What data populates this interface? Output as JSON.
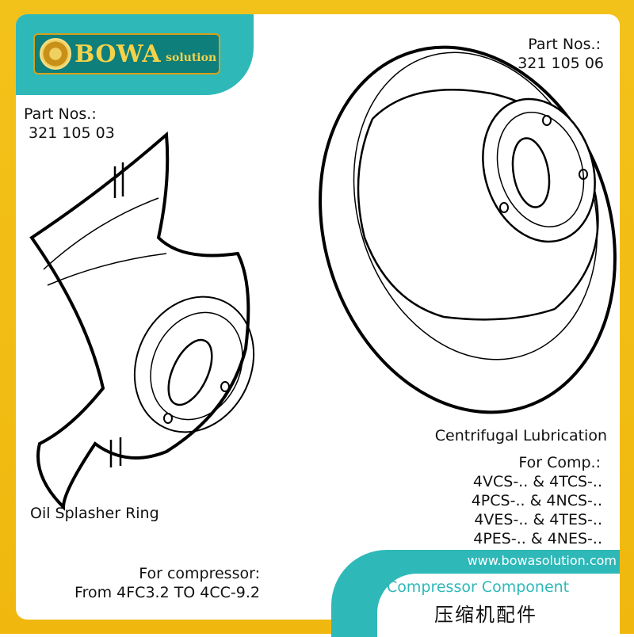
{
  "brand": {
    "name": "BOWA",
    "suffix": "solution"
  },
  "left_part": {
    "part_nos_label": "Part Nos.:",
    "part_no": "321 105 03",
    "name": "Oil Splasher Ring",
    "compressor_label": "For compressor:",
    "compressor_range": "From 4FC3.2 TO 4CC-9.2"
  },
  "right_part": {
    "part_nos_label": "Part Nos.:",
    "part_no": "321 105 06",
    "name": "Centrifugal Lubrication",
    "for_comp_label": "For Comp.:",
    "models": [
      "4VCS-.. & 4TCS-..",
      "4PCS-.. & 4NCS-..",
      "4VES-.. & 4TES-..",
      "4PES-.. & 4NES-.."
    ]
  },
  "footer": {
    "website": "www.bowasolution.com",
    "category": "Compressor Component",
    "category_cn": "压缩机配件"
  },
  "colors": {
    "frame": "#f0b80f",
    "accent": "#2fb8b8",
    "logo_gold": "#f4d24a"
  }
}
